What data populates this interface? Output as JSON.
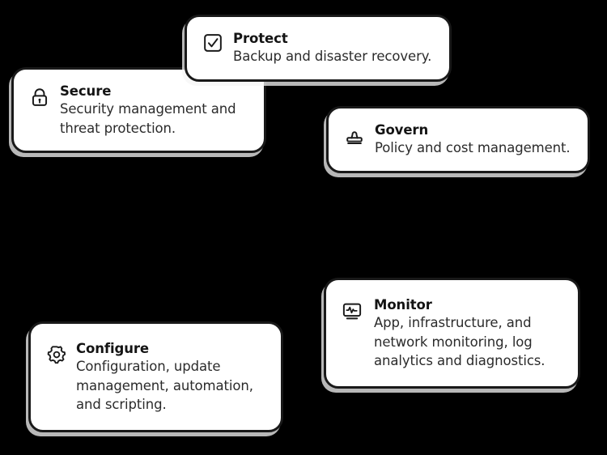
{
  "background_color": "#000000",
  "card_style": {
    "background": "#ffffff",
    "border_color": "#191919",
    "title_color": "#141414",
    "text_color": "#2b2b2b",
    "shadow_color": "#f5f5f5"
  },
  "cards": [
    {
      "id": "protect",
      "icon": "checkbox-checked-icon",
      "title": "Protect",
      "description": "Backup and disaster recovery."
    },
    {
      "id": "secure",
      "icon": "lock-icon",
      "title": "Secure",
      "description": "Security management and threat protection."
    },
    {
      "id": "govern",
      "icon": "stamp-icon",
      "title": "Govern",
      "description": "Policy and cost management."
    },
    {
      "id": "monitor",
      "icon": "monitor-pulse-icon",
      "title": "Monitor",
      "description": "App, infrastructure, and network monitoring, log analytics and diagnostics."
    },
    {
      "id": "configure",
      "icon": "gear-icon",
      "title": "Configure",
      "description": "Configuration, update management, automation, and scripting."
    }
  ]
}
